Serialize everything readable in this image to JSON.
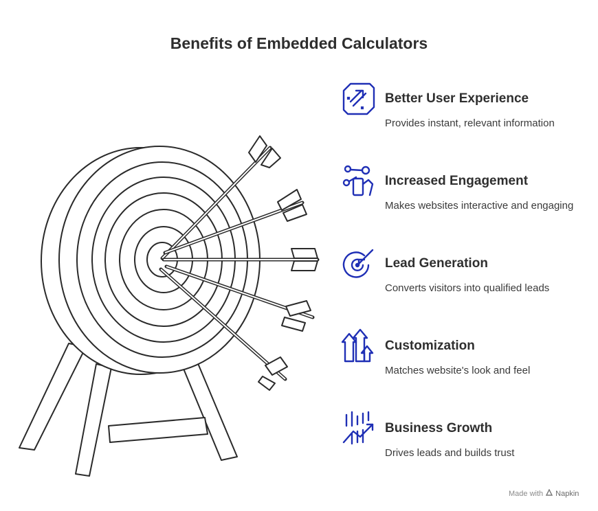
{
  "title": "Benefits of Embedded Calculators",
  "accent_color": "#1f2fb5",
  "items": [
    {
      "title": "Better User Experience",
      "desc": "Provides instant, relevant information",
      "icon": "sparkle-arrow-icon"
    },
    {
      "title": "Increased Engagement",
      "desc": "Makes websites interactive and engaging",
      "icon": "network-hand-icon"
    },
    {
      "title": "Lead Generation",
      "desc": "Converts visitors into qualified leads",
      "icon": "target-arrow-icon"
    },
    {
      "title": "Customization",
      "desc": "Matches website's look and feel",
      "icon": "up-arrows-icon"
    },
    {
      "title": "Business Growth",
      "desc": "Drives leads and builds trust",
      "icon": "growth-chart-icon"
    }
  ],
  "footer": {
    "made_with": "Made with",
    "brand": "Napkin"
  }
}
